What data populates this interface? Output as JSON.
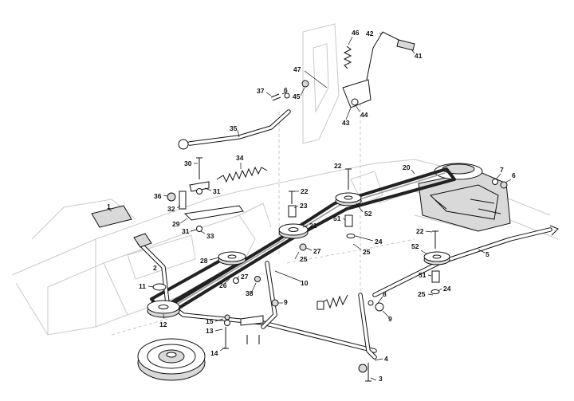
{
  "diagram": {
    "callouts": [
      "1",
      "2",
      "3",
      "4",
      "5",
      "6",
      "6",
      "7",
      "8",
      "9",
      "9",
      "10",
      "11",
      "12",
      "13",
      "14",
      "15",
      "20",
      "21",
      "22",
      "22",
      "22",
      "23",
      "24",
      "24",
      "25",
      "25",
      "25",
      "26",
      "27",
      "27",
      "28",
      "29",
      "30",
      "31",
      "31",
      "32",
      "33",
      "34",
      "35",
      "36",
      "37",
      "38",
      "41",
      "42",
      "43",
      "44",
      "45",
      "46",
      "47",
      "51",
      "51",
      "52",
      "52"
    ]
  }
}
